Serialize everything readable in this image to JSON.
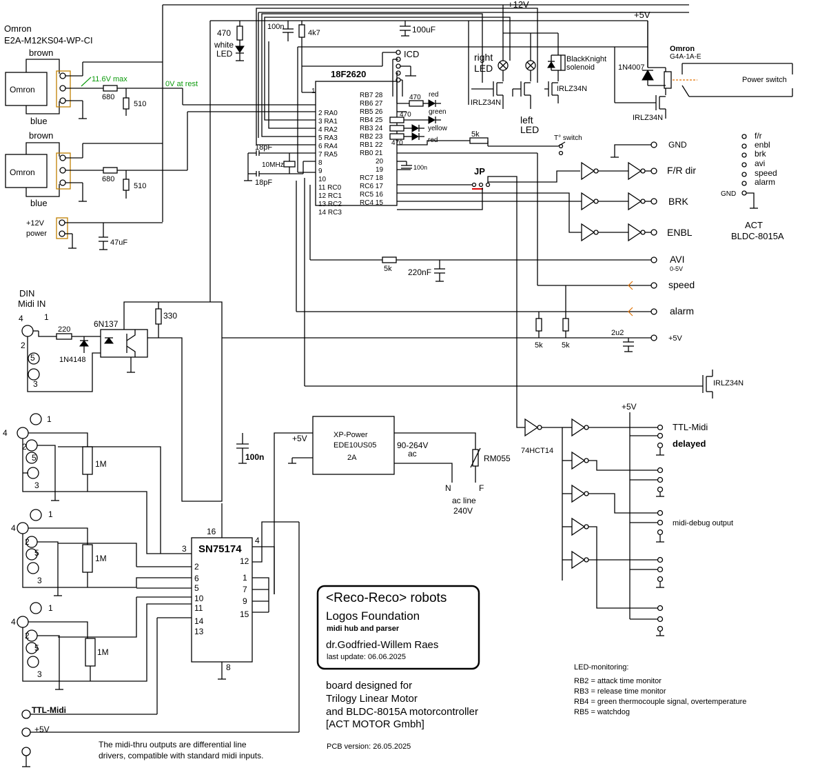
{
  "header": {
    "supply_12v": "+12V",
    "supply_5v": "+5V"
  },
  "sensors": {
    "brand": "Omron",
    "model": "E2A-M12KS04-WP-CI",
    "sensor_label": "Omron",
    "wire_brown": "brown",
    "wire_blue": "blue",
    "max_note": "11.6V max",
    "rest_note": "0V at rest",
    "r_series": "680",
    "r_shunt": "510"
  },
  "power_input": {
    "label_12v": "+12V",
    "label_power": "power",
    "cap": "47uF"
  },
  "led_white": {
    "resistor": "470",
    "label1": "white",
    "label2": "LED"
  },
  "mcu": {
    "name": "18F2620",
    "c_100n": "100n",
    "r_4k7": "4k7",
    "c_100uf": "100uF",
    "icd": "ICD",
    "crystal": "10MHz",
    "cap_18pf_a": "18pF",
    "cap_18pf_b": "18pF",
    "c_100n_b": "100n",
    "left_pins": [
      "1",
      "2 RA0",
      "3 RA1",
      "4 RA2",
      "5 RA3",
      "6 RA4",
      "7 RA5",
      "8",
      "9",
      "10",
      "11 RC0",
      "12 RC1",
      "13 RC2",
      "14 RC3"
    ],
    "right_pins": [
      "RB7 28",
      "RB6 27",
      "RB5 26",
      "RB4 25",
      "RB3 24",
      "RB2 23",
      "RB1 22",
      "RB0 21",
      "20",
      "19",
      "RC7 18",
      "RC6 17",
      "RC5 16",
      "RC4 15"
    ]
  },
  "leds": {
    "r470": "470",
    "red": "red",
    "green": "green",
    "yellow": "yellow",
    "red2": "red",
    "r5k": "5k",
    "t_switch": "T° switch"
  },
  "outputs": {
    "right_led1": "right",
    "right_led2": "LED",
    "left_led1": "left",
    "left_led2": "LED",
    "mosfet": "IRLZ34N",
    "solenoid1": "BlackKnight",
    "solenoid2": "solenoid",
    "relay_brand": "Omron",
    "relay_model": "G4A-1A-E",
    "diode": "1N4007",
    "power_switch": "Power switch"
  },
  "act_connector": {
    "labels": [
      "f/r",
      "enbl",
      "brk",
      "avi",
      "speed",
      "alarm"
    ],
    "gnd": "GND",
    "title1": "ACT",
    "title2": "BLDC-8015A"
  },
  "signals": {
    "gnd": "GND",
    "fr_dir": "F/R dir",
    "brk": "BRK",
    "enbl": "ENBL",
    "avi": "AVI",
    "avi_range": "0-5V",
    "speed": "speed",
    "alarm": "alarm",
    "plus5v": "+5V",
    "jp": "JP",
    "r5k": "5k",
    "c220nf": "220nF",
    "c2u2": "2u2",
    "r5k_a": "5k",
    "r5k_b": "5k"
  },
  "midi_in": {
    "din1": "DIN",
    "din2": "Midi IN",
    "pins": [
      "4",
      "1",
      "2",
      "5",
      "3"
    ],
    "r220": "220",
    "opto": "6N137",
    "r330": "330",
    "diode": "1N4148"
  },
  "midi_thru": {
    "pins": [
      "1",
      "4",
      "2",
      "5",
      "3"
    ],
    "r1m": "1M",
    "ttl_midi": "TTL-Midi",
    "plus5v": "+5V",
    "note1": "The midi-thru outputs are differential line",
    "note2": "drivers, compatible with standard midi inputs."
  },
  "driver": {
    "name": "SN75174",
    "pins": [
      "16",
      "3",
      "4",
      "2",
      "6",
      "5",
      "10",
      "11",
      "14",
      "13",
      "1",
      "7",
      "9",
      "15",
      "12",
      "8"
    ],
    "c100n": "100n"
  },
  "psu": {
    "name1": "XP-Power",
    "name2": "EDE10US05",
    "current": "2A",
    "plus5v": "+5V",
    "ac1": "90-264V",
    "ac2": "ac",
    "varistor": "RM055",
    "n": "N",
    "f": "F",
    "line1": "ac line",
    "line2": "240V"
  },
  "buffers": {
    "ic": "74HCT14",
    "plus5v": "+5V",
    "ttl": "TTL-Midi",
    "delayed": "delayed",
    "debug": "midi-debug output"
  },
  "title_block": {
    "line1": "<Reco-Reco> robots",
    "line2": "Logos Foundation",
    "line3": "midi hub and parser",
    "line4": "dr.Godfried-Willem Raes",
    "line5": "last update:  06.06.2025"
  },
  "notes": {
    "board1": "board designed for",
    "board2": "Trilogy Linear Motor",
    "board3": "and BLDC-8015A motorcontroller",
    "board4": "[ACT MOTOR Gmbh]",
    "pcb": "PCB version: 26.05.2025",
    "led_title": "LED-monitoring:",
    "led_lines": [
      "RB2 = attack time monitor",
      "RB3 = release time monitor",
      "RB4 = green thermocouple signal, overtemperature",
      "RB5 = watchdog"
    ]
  }
}
